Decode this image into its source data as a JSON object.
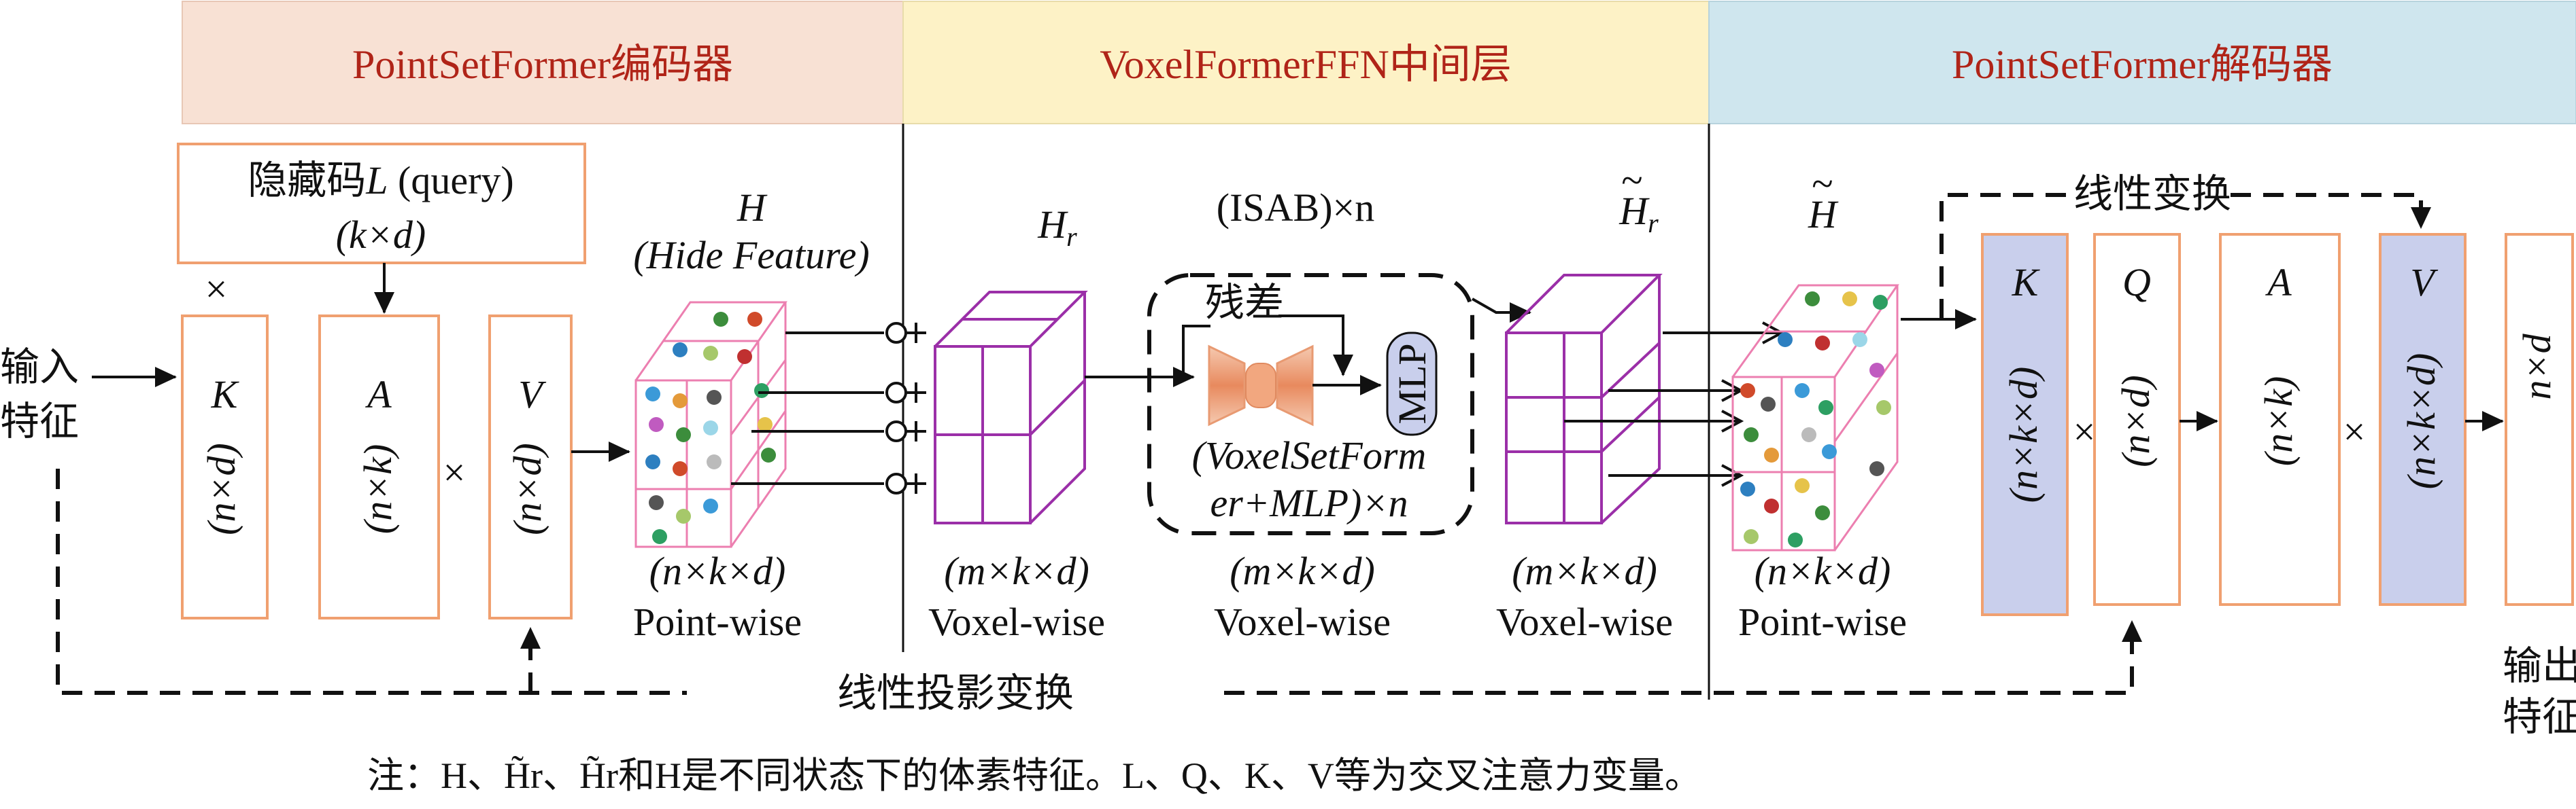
{
  "colors": {
    "encoder_bg": "#f8e1d4",
    "middle_bg": "#fdf2c6",
    "decoder_bg": "#cfe6ee",
    "header_text": "#b02418",
    "box_border": "#f0a070",
    "blue_box": "#c9cfec",
    "purple_voxel": "#9b2fa8",
    "pink_voxel": "#ec7fb0"
  },
  "headers": {
    "encoder": "PointSetFormer编码器",
    "middle": "VoxelFormerFFN中间层",
    "decoder": "PointSetFormer解码器"
  },
  "input_label": {
    "line1": "输入",
    "line2": "特征"
  },
  "output_label": {
    "line1": "输出",
    "line2": "特征"
  },
  "hidden_code": {
    "prefix": "隐藏码",
    "var": "L",
    "suffix": " (query)",
    "dim": "(k×d)"
  },
  "encoder": {
    "times1": "×",
    "times2": "×",
    "K": {
      "name": "K",
      "dim": "(n×d)"
    },
    "A": {
      "name": "A",
      "dim": "(n×k)"
    },
    "V": {
      "name": "V",
      "dim": "(n×d)"
    },
    "H_title": "H",
    "H_sub": "(Hide Feature)",
    "H_dim": "(n×k×d)",
    "H_wise": "Point-wise"
  },
  "middle": {
    "Hr_title": "Hr",
    "Hr_dim": "(m×k×d)",
    "Hr_wise": "Voxel-wise",
    "isab": "(ISAB)×n",
    "residual": "残差",
    "mlp": "MLP",
    "vsf_line1": "(VoxelSetForm",
    "vsf_line2": "er+MLP)×n",
    "block_dim": "(m×k×d)",
    "block_wise": "Voxel-wise",
    "Hr2_title": "H̃r",
    "Hr2_dim": "(m×k×d)",
    "Hr2_wise": "Voxel-wise"
  },
  "decoder": {
    "Ht_title": "H̃",
    "Ht_dim": "(n×k×d)",
    "Ht_wise": "Point-wise",
    "linear_transform": "线性变换",
    "K": {
      "name": "K",
      "dim": "(n×k×d)"
    },
    "Q": {
      "name": "Q",
      "dim": "(n×d)"
    },
    "A": {
      "name": "A",
      "dim": "(n×k)"
    },
    "V": {
      "name": "V",
      "dim": "(n×k×d)"
    },
    "out_dim": "n×d",
    "times1": "×",
    "times2": "×"
  },
  "linear_projection": "线性投影变换",
  "note": "注：H、H̃r、H̃r和H是不同状态下的体素特征。L、Q、K、V等为交叉注意力变量。"
}
